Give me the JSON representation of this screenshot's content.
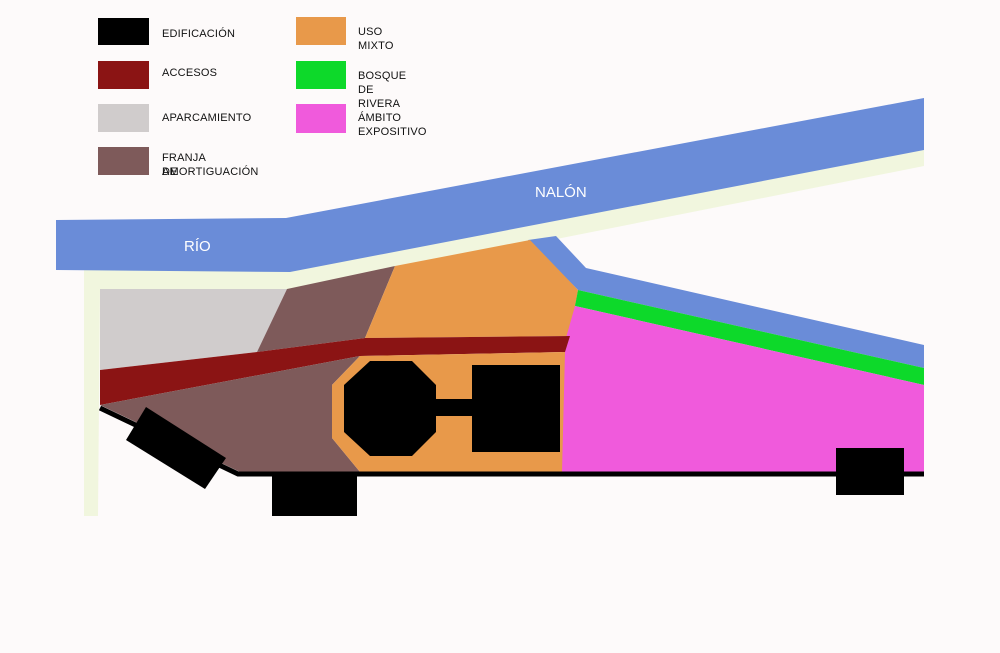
{
  "legend": {
    "edificacion": {
      "label": "EDIFICACIÓN",
      "color": "#000000"
    },
    "accesos": {
      "label": "ACCESOS",
      "color": "#8b1414"
    },
    "aparcamiento": {
      "label": "APARCAMIENTO",
      "color": "#d0cccc"
    },
    "franja": {
      "label_line1": "FRANJA DE",
      "label_line2": "AMORTIGUACIÓN",
      "color": "#7e5a5a"
    },
    "uso_mixto": {
      "label": "USO MIXTO",
      "color": "#e8994a"
    },
    "bosque": {
      "label": "BOSQUE DE RIVERA",
      "color": "#0dd92a"
    },
    "ambito": {
      "label": "ÁMBITO EXPOSITIVO",
      "color": "#f05adc"
    }
  },
  "map": {
    "river_label_left": "RÍO",
    "river_label_right": "NALÓN",
    "river_color": "#6a8cd8",
    "bank_color": "#f1f6de"
  }
}
